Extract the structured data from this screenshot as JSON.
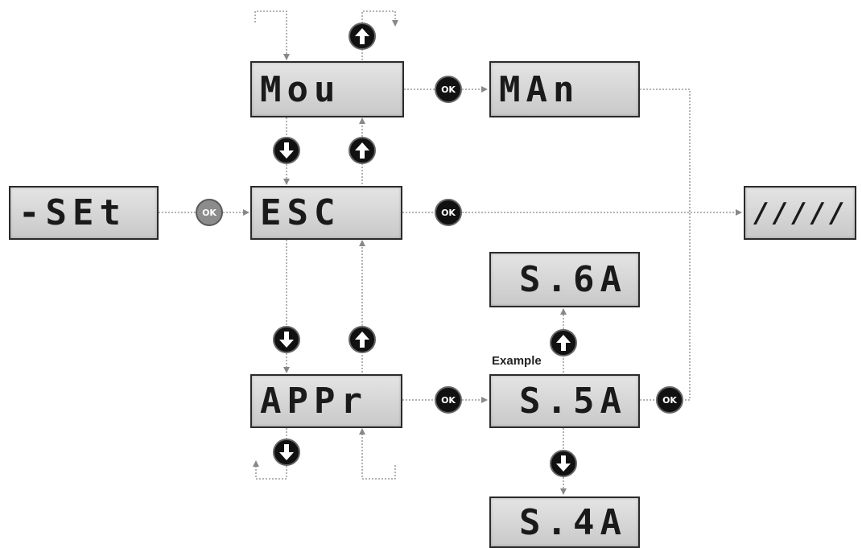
{
  "displays": {
    "set": "-SEt",
    "mou": "Mou",
    "man": "MAn",
    "esc": "ESC",
    "dashes": "/////",
    "appr": "APPr",
    "s6a": "S.6A",
    "s5a": "S.5A",
    "s4a": "S.4A"
  },
  "buttons": {
    "ok": "OK"
  },
  "labels": {
    "example": "Example"
  },
  "colors": {
    "lcd_border": "#2b2b2b",
    "lcd_fill": "#d6d6d6",
    "button_dark": "#111111",
    "button_grey": "#8c8c8c",
    "wire": "#888888"
  }
}
